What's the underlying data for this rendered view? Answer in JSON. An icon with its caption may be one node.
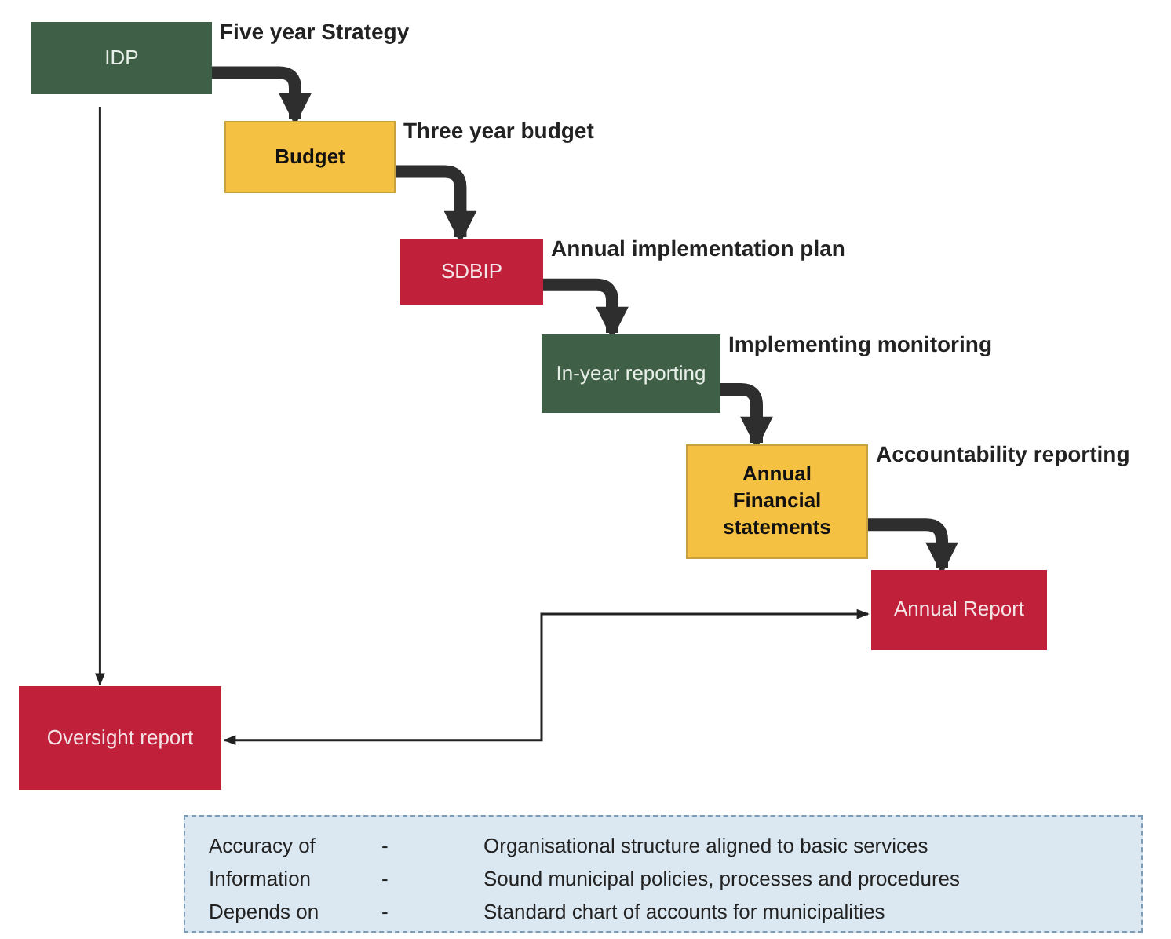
{
  "diagram": {
    "nodes": [
      {
        "text": [
          "IDP"
        ],
        "beside": [
          "Five year Strategy"
        ]
      },
      {
        "text": [
          "Budget"
        ],
        "beside": [
          "Three year budget"
        ]
      },
      {
        "text": [
          "SDBIP"
        ],
        "beside": [
          "Annual implementation plan"
        ]
      },
      {
        "text": [
          "In-year reporting"
        ],
        "beside": [
          "Implementing monitoring"
        ]
      },
      {
        "text": [
          "Annual Financial statements"
        ],
        "beside": [
          "Accountability reporting"
        ]
      },
      {
        "text": [
          "Annual Report"
        ]
      },
      {
        "text": [
          "Oversight report"
        ]
      },
      {
        "text": [
          "Accuracy of Information Depends on",
          "-",
          "-",
          "-",
          "Organisational structure aligned to basic services",
          "Sound municipal policies, processes and procedures",
          "Standard chart of accounts for municipalities"
        ]
      }
    ],
    "edges": [
      {
        "from": 0,
        "to": 1,
        "arrow": "to"
      },
      {
        "from": 1,
        "to": 2,
        "arrow": "to"
      },
      {
        "from": 2,
        "to": 3,
        "arrow": "to"
      },
      {
        "from": 3,
        "to": 4,
        "arrow": "to"
      },
      {
        "from": 4,
        "to": 5,
        "arrow": "to"
      },
      {
        "from": 0,
        "to": 6,
        "arrow": "to"
      },
      {
        "from": 5,
        "to": 6,
        "arrow": "both"
      }
    ]
  }
}
